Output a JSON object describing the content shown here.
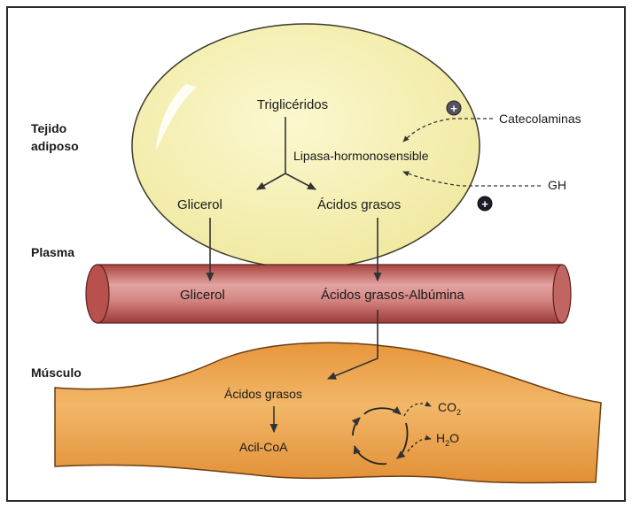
{
  "regions": {
    "adipose_line1": "Tejido",
    "adipose_line2": "adiposo",
    "plasma": "Plasma",
    "muscle": "Músculo"
  },
  "adipose_cell": {
    "triglycerides": "Triglicéridos",
    "lipase": "Lipasa-hormonosensible",
    "glycerol": "Glicerol",
    "fatty_acids": "Ácidos grasos"
  },
  "regulators": {
    "catecholamines": "Catecolaminas",
    "gh": "GH",
    "sign": "+"
  },
  "plasma_vessel": {
    "glycerol": "Glicerol",
    "fatty_acids_albumin": "Ácidos grasos-Albúmina"
  },
  "muscle_cell": {
    "fatty_acids": "Ácidos grasos",
    "acyl_coa": "Acil-CoA",
    "co2_base": "CO",
    "co2_sub": "2",
    "h2o_h": "H",
    "h2o_sub": "2",
    "h2o_o": "O"
  },
  "colors": {
    "adipocyte_fill": "#f7f3b8",
    "vessel_fill": "#cf7b78",
    "vessel_end": "#b24f4e",
    "muscle_fill": "#eeaa52",
    "arrow": "#333333",
    "frame": "#2a2a2a"
  }
}
